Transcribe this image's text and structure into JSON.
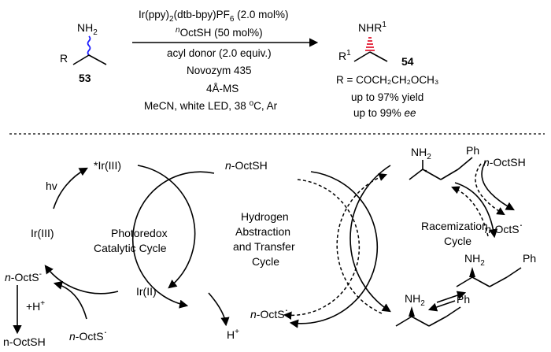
{
  "top": {
    "compound53_nh2": "NH",
    "compound53_nh2_sub": "2",
    "compound53_r": "R",
    "compound53_label": "53",
    "compound54_nhr": "NHR",
    "compound54_nhr_sup": "1",
    "compound54_r": "R",
    "compound54_r_sup": "1",
    "compound54_label": "54",
    "cond_catalyst_a": "Ir(ppy)",
    "cond_catalyst_b": "(dtb-bpy)PF",
    "cond_catalyst_c": " (2.0 mol%)",
    "cond_catalyst_sub1": "2",
    "cond_catalyst_sub2": "6",
    "cond_thiol_sup": "n",
    "cond_thiol": "OctSH (50 mol%)",
    "cond_acyl": "acyl donor (2.0 equiv.)",
    "cond_enzyme": "Novozym 435",
    "cond_ms": "4Å-MS",
    "cond_solvent": "MeCN, white LED, 38 ",
    "cond_solvent_sup": "o",
    "cond_solvent_tail": "C, Ar",
    "r_definition": "R = COCH₂CH₂OCH₃",
    "yield": "up to 97% yield",
    "ee_prefix": "up to 99% ",
    "ee_italic": "ee"
  },
  "photoredox": {
    "title_line1": "Photoredox",
    "title_line2": "Catalytic Cycle",
    "ir3_excited": "*Ir(III)",
    "ir3": "Ir(III)",
    "ir2": "Ir(II)",
    "hv": "hv",
    "thiolate_prefix": "n",
    "thiolate": "-OctS",
    "thiolate_sup": "-",
    "proton": "+H",
    "proton_sup": "+",
    "thiol_product": "n-OctSH",
    "thiyl_prefix": "n",
    "thiyl": "-OctS",
    "thiyl_dot": "·"
  },
  "hat": {
    "title_line1": "Hydrogen",
    "title_line2": "Abstraction",
    "title_line3": "and Transfer",
    "title_line4": "Cycle",
    "thiol_prefix": "n",
    "thiol": "-OctSH",
    "thiyl_prefix": "n",
    "thiyl": "-OctS",
    "thiyl_dot": "·",
    "proton": "H",
    "proton_sup": "+"
  },
  "racemization": {
    "title_line1": "Racemization",
    "title_line2": "Cycle",
    "nh2": "NH",
    "nh2_sub": "2",
    "ph": "Ph",
    "thiol_prefix": "n",
    "thiol": "-OctSH",
    "thiyl_prefix": "n",
    "thiyl": "-OctS",
    "thiyl_dot": "·"
  },
  "colors": {
    "wavy_bond": "#1a1aff",
    "hashed_bond": "#e0001b",
    "ink": "#000000"
  }
}
